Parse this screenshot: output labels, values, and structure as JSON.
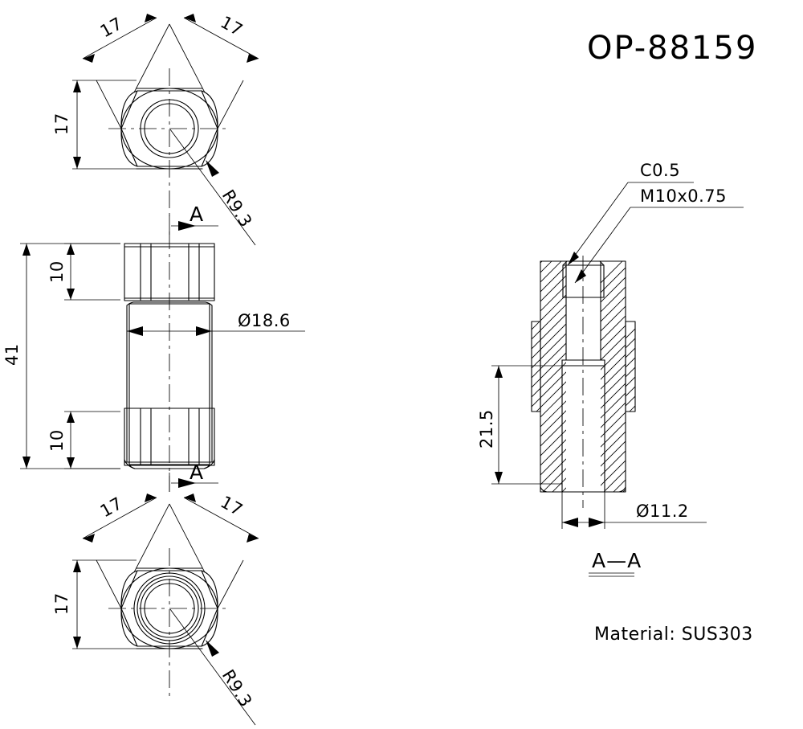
{
  "drawing": {
    "part_number": "OP-88159",
    "material_label": "Material: SUS303",
    "section_label": "A—A",
    "section_mark_top": "A",
    "section_mark_bottom": "A"
  },
  "top_view": {
    "name": "top-view",
    "dim_left_diagonal": "17",
    "dim_right_diagonal": "17",
    "dim_vertical": "17",
    "radius_note": "R9.3"
  },
  "front_view": {
    "name": "front-view",
    "dim_overall_height": "41",
    "dim_hex_top": "10",
    "dim_hex_bottom": "10",
    "dim_diameter": "Ø18.6"
  },
  "bottom_view": {
    "name": "bottom-view",
    "dim_left_diagonal": "17",
    "dim_right_diagonal": "17",
    "dim_vertical": "17",
    "radius_note": "R9.3"
  },
  "section_view": {
    "name": "section-view-a-a",
    "chamfer_note": "C0.5",
    "thread_note": "M10x0.75",
    "dim_depth": "21.5",
    "dim_bore_diameter": "Ø11.2"
  },
  "colors": {
    "line": "#000000",
    "background": "#ffffff"
  }
}
